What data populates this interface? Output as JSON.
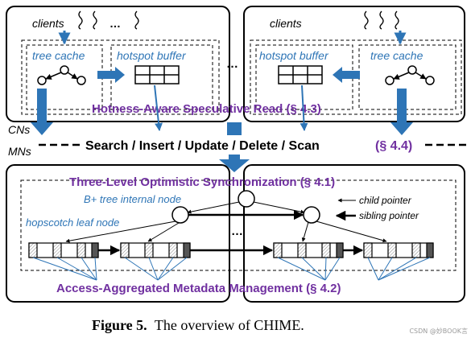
{
  "left_cn": {
    "clients": "clients",
    "ellipsis": "…",
    "tree_cache": "tree cache",
    "hotspot_buffer": "hotspot buffer"
  },
  "right_cn": {
    "clients": "clients",
    "tree_cache": "tree cache",
    "hotspot_buffer": "hotspot buffer"
  },
  "middle_ellipsis": "…",
  "read_title": "Hotness-Aware Speculative Read (§ 4.3)",
  "cns_label": "CNs",
  "mns_label": "MNs",
  "ops_text": "Search / Insert / Update / Delete / Scan",
  "ops_ref": "(§ 4.4)",
  "sync_title": "Three-Level  Optimistic Synchronization (§ 4.1)",
  "internal_node": "B+ tree internal node",
  "leaf_node": "hopscotch leaf node",
  "legend": {
    "child": "child pointer",
    "sibling": "sibling pointer"
  },
  "mn_ellipsis": "…",
  "meta_title": "Access-Aggregated Metadata Management (§ 4.2)",
  "caption": {
    "prefix": "Figure 5.",
    "text": "The overview of CHIME."
  },
  "watermark": "CSDN @妙BOOK言",
  "colors": {
    "blue_arrow": "#2e75b6",
    "blue_text": "#2e75b6",
    "purple_text": "#7030a0",
    "line": "#000000"
  }
}
